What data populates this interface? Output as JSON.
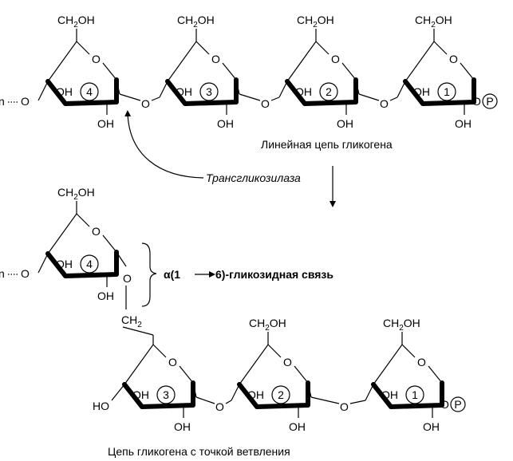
{
  "labels": {
    "ch2oh": "CH2OH",
    "oh": "OH",
    "o": "O",
    "n": "n",
    "p": "P",
    "ch2": "CH2"
  },
  "top_rings": [
    "4",
    "3",
    "2",
    "1"
  ],
  "bottom_rings": [
    "4",
    "3",
    "2",
    "1"
  ],
  "captions": {
    "linear_chain": "Линейная цепь гликогена",
    "enzyme": "Трансгликозилаза",
    "bond_prefix": "α(1",
    "bond_suffix": "6)-гликозидная связь",
    "branched_chain": "Цепь гликогена с точкой ветвления"
  }
}
